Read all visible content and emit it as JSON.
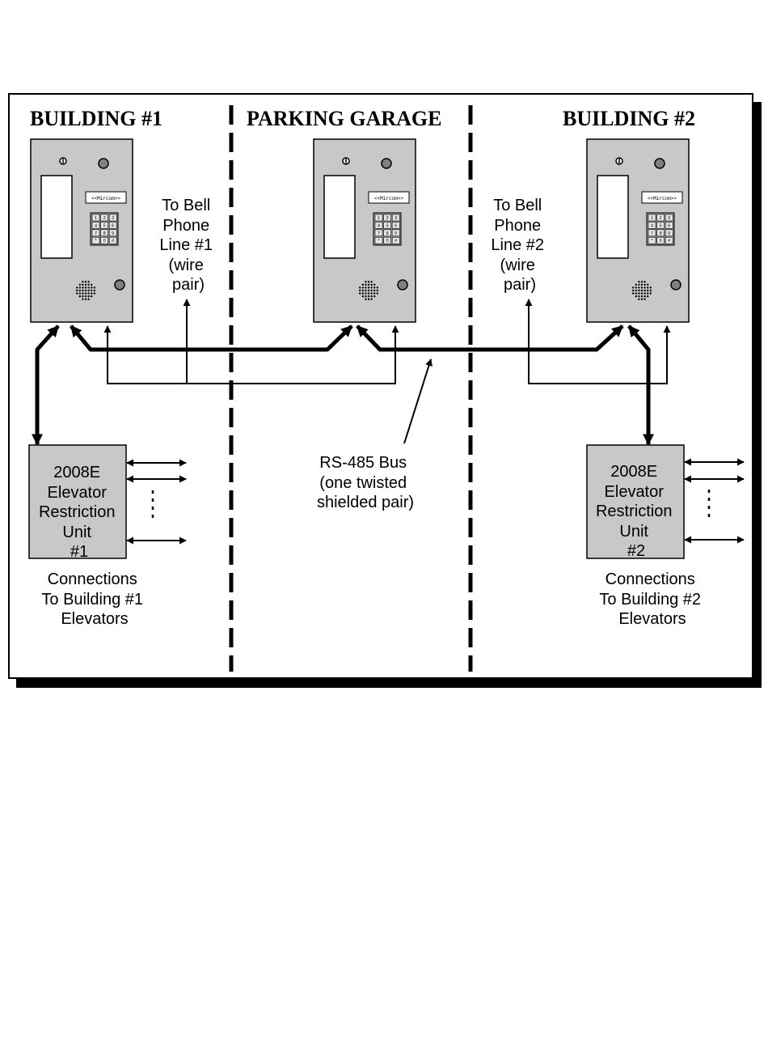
{
  "headers": {
    "building1": "BUILDING #1",
    "garage": "PARKING GARAGE",
    "building2": "BUILDING #2"
  },
  "panel_brand": "<<Mircom>>",
  "keypad_keys": [
    "1",
    "2",
    "3",
    "4",
    "5",
    "6",
    "7",
    "8",
    "9",
    "*",
    "0",
    "#"
  ],
  "bell1": [
    "To Bell",
    "Phone",
    "Line #1",
    "(wire",
    "pair)"
  ],
  "bell2": [
    "To Bell",
    "Phone",
    "Line #2",
    "(wire",
    "pair)"
  ],
  "bus": [
    "RS-485 Bus",
    "(one twisted",
    "shielded pair)"
  ],
  "unit1": [
    "2008E",
    "Elevator",
    "Restriction",
    "Unit",
    "#1"
  ],
  "unit2": [
    "2008E",
    "Elevator",
    "Restriction",
    "Unit",
    "#2"
  ],
  "connections1": [
    "Connections",
    "To Building #1",
    "Elevators"
  ],
  "connections2": [
    "Connections",
    "To Building #2",
    "Elevators"
  ],
  "colors": {
    "panel_fill": "#c8c8c8",
    "unit_fill": "#c8c8c8",
    "line": "#000000",
    "shadow": "#000000"
  }
}
